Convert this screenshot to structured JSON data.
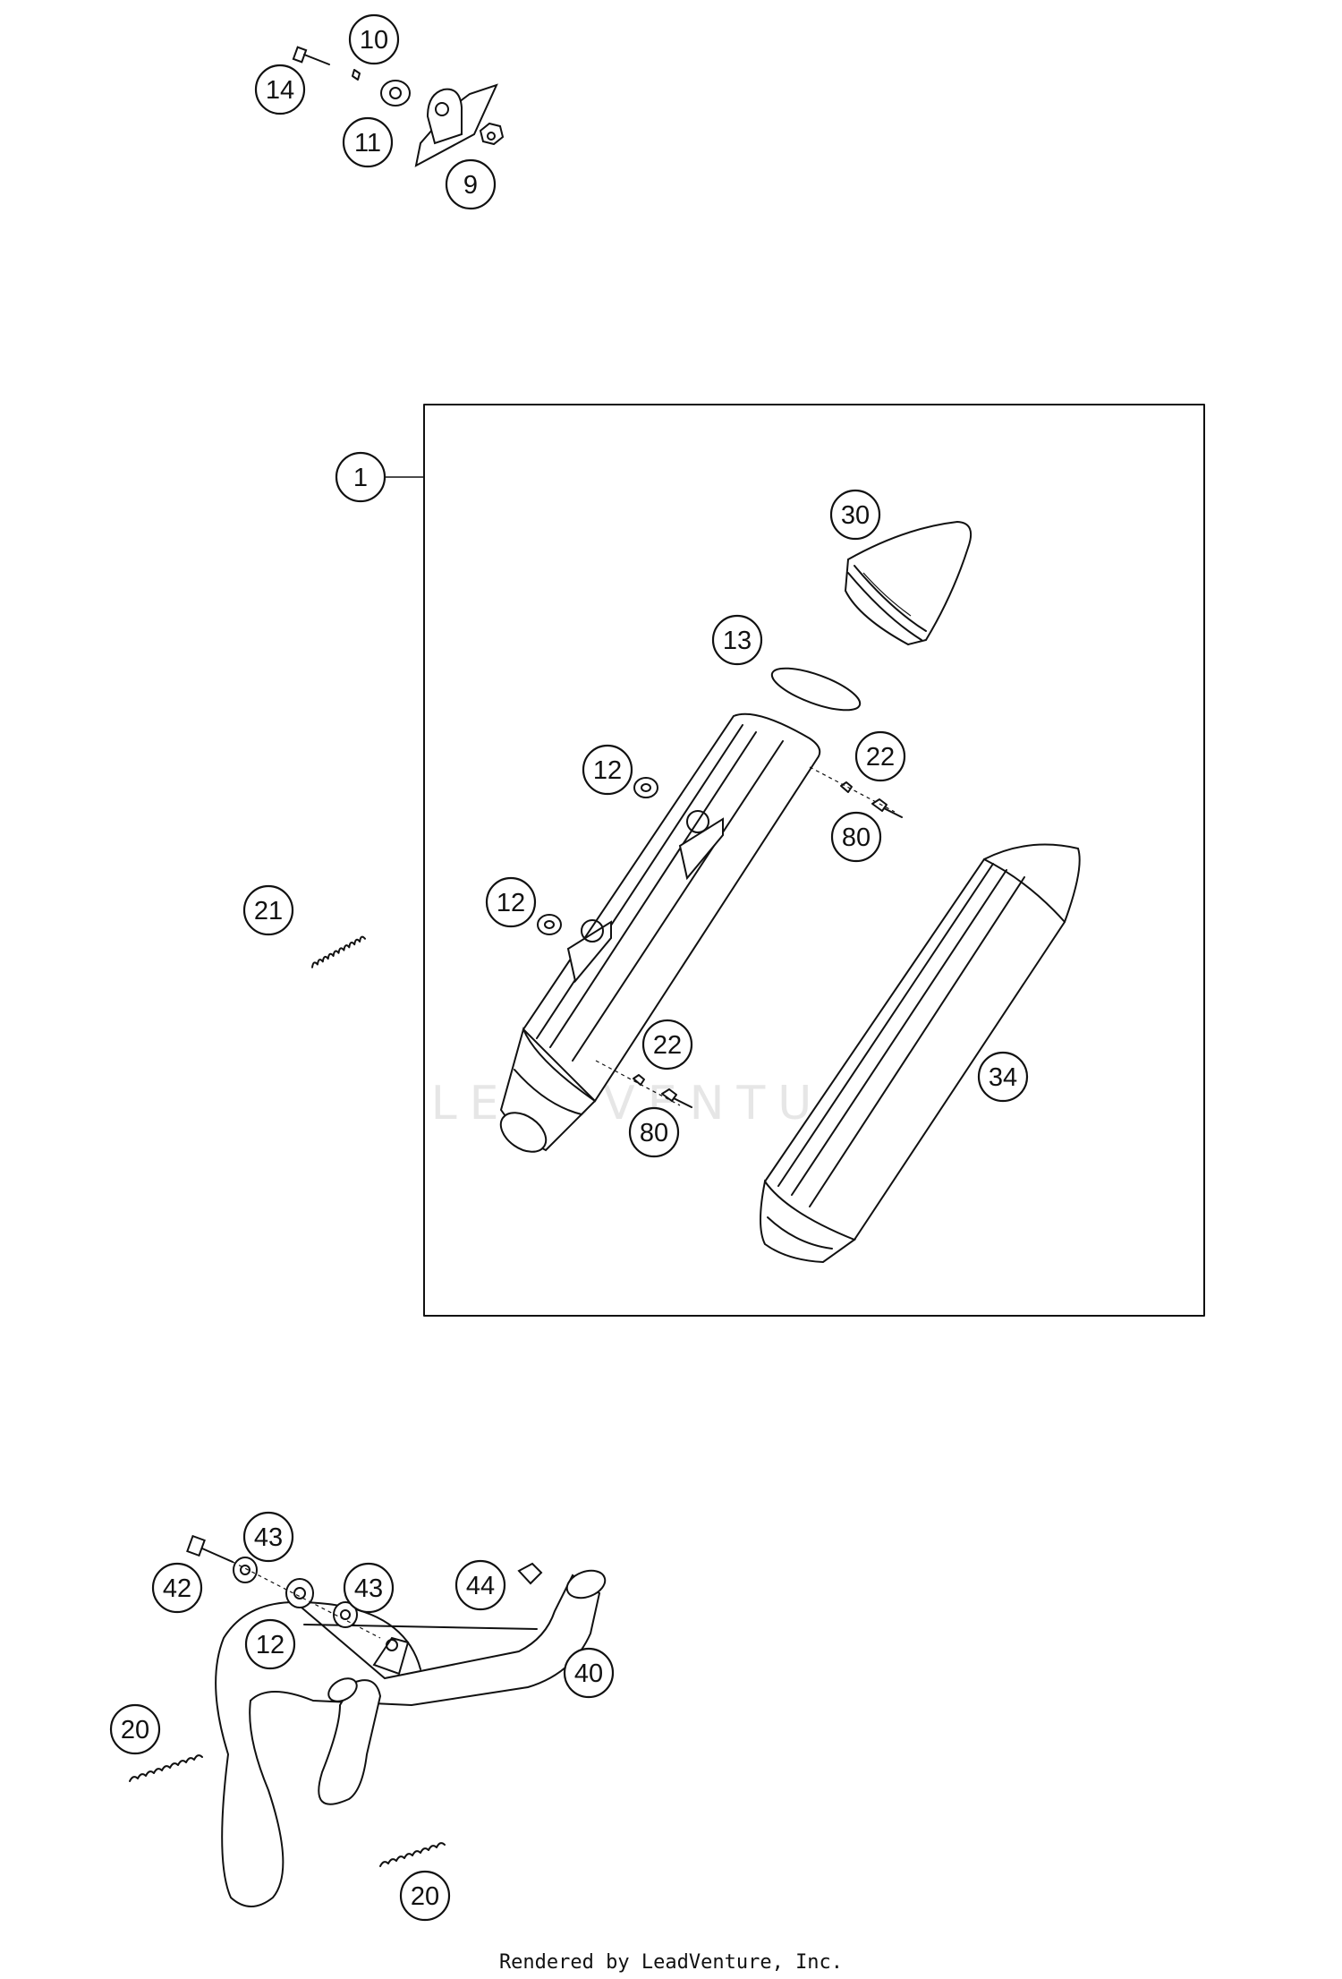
{
  "watermark": "LEADVENTURE",
  "footer": "Rendered by LeadVenture, Inc.",
  "callouts": [
    {
      "id": "c10",
      "label": "10"
    },
    {
      "id": "c14",
      "label": "14"
    },
    {
      "id": "c11",
      "label": "11"
    },
    {
      "id": "c9",
      "label": "9"
    },
    {
      "id": "c1",
      "label": "1"
    },
    {
      "id": "c30",
      "label": "30"
    },
    {
      "id": "c13",
      "label": "13"
    },
    {
      "id": "c22a",
      "label": "22"
    },
    {
      "id": "c12a",
      "label": "12"
    },
    {
      "id": "c80a",
      "label": "80"
    },
    {
      "id": "c21",
      "label": "21"
    },
    {
      "id": "c12b",
      "label": "12"
    },
    {
      "id": "c22b",
      "label": "22"
    },
    {
      "id": "c34",
      "label": "34"
    },
    {
      "id": "c80b",
      "label": "80"
    },
    {
      "id": "c43a",
      "label": "43"
    },
    {
      "id": "c42",
      "label": "42"
    },
    {
      "id": "c43b",
      "label": "43"
    },
    {
      "id": "c44",
      "label": "44"
    },
    {
      "id": "c12c",
      "label": "12"
    },
    {
      "id": "c40",
      "label": "40"
    },
    {
      "id": "c20a",
      "label": "20"
    },
    {
      "id": "c20b",
      "label": "20"
    }
  ]
}
